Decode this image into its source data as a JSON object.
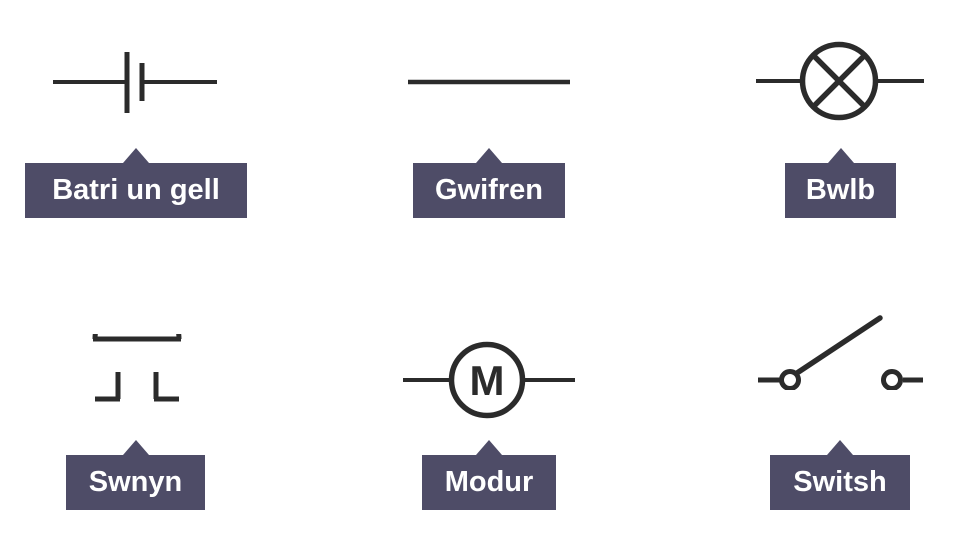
{
  "colors": {
    "label_bg": "#4e4c67",
    "label_text": "#ffffff",
    "symbol_stroke": "#2b2b2b",
    "page_bg": "#ffffff"
  },
  "items": [
    {
      "name": "battery-single-cell",
      "label": "Batri un gell"
    },
    {
      "name": "wire",
      "label": "Gwifren"
    },
    {
      "name": "bulb",
      "label": "Bwlb"
    },
    {
      "name": "buzzer",
      "label": "Swnyn"
    },
    {
      "name": "motor",
      "label": "Modur",
      "symbol_text": "M"
    },
    {
      "name": "switch",
      "label": "Switsh"
    }
  ]
}
